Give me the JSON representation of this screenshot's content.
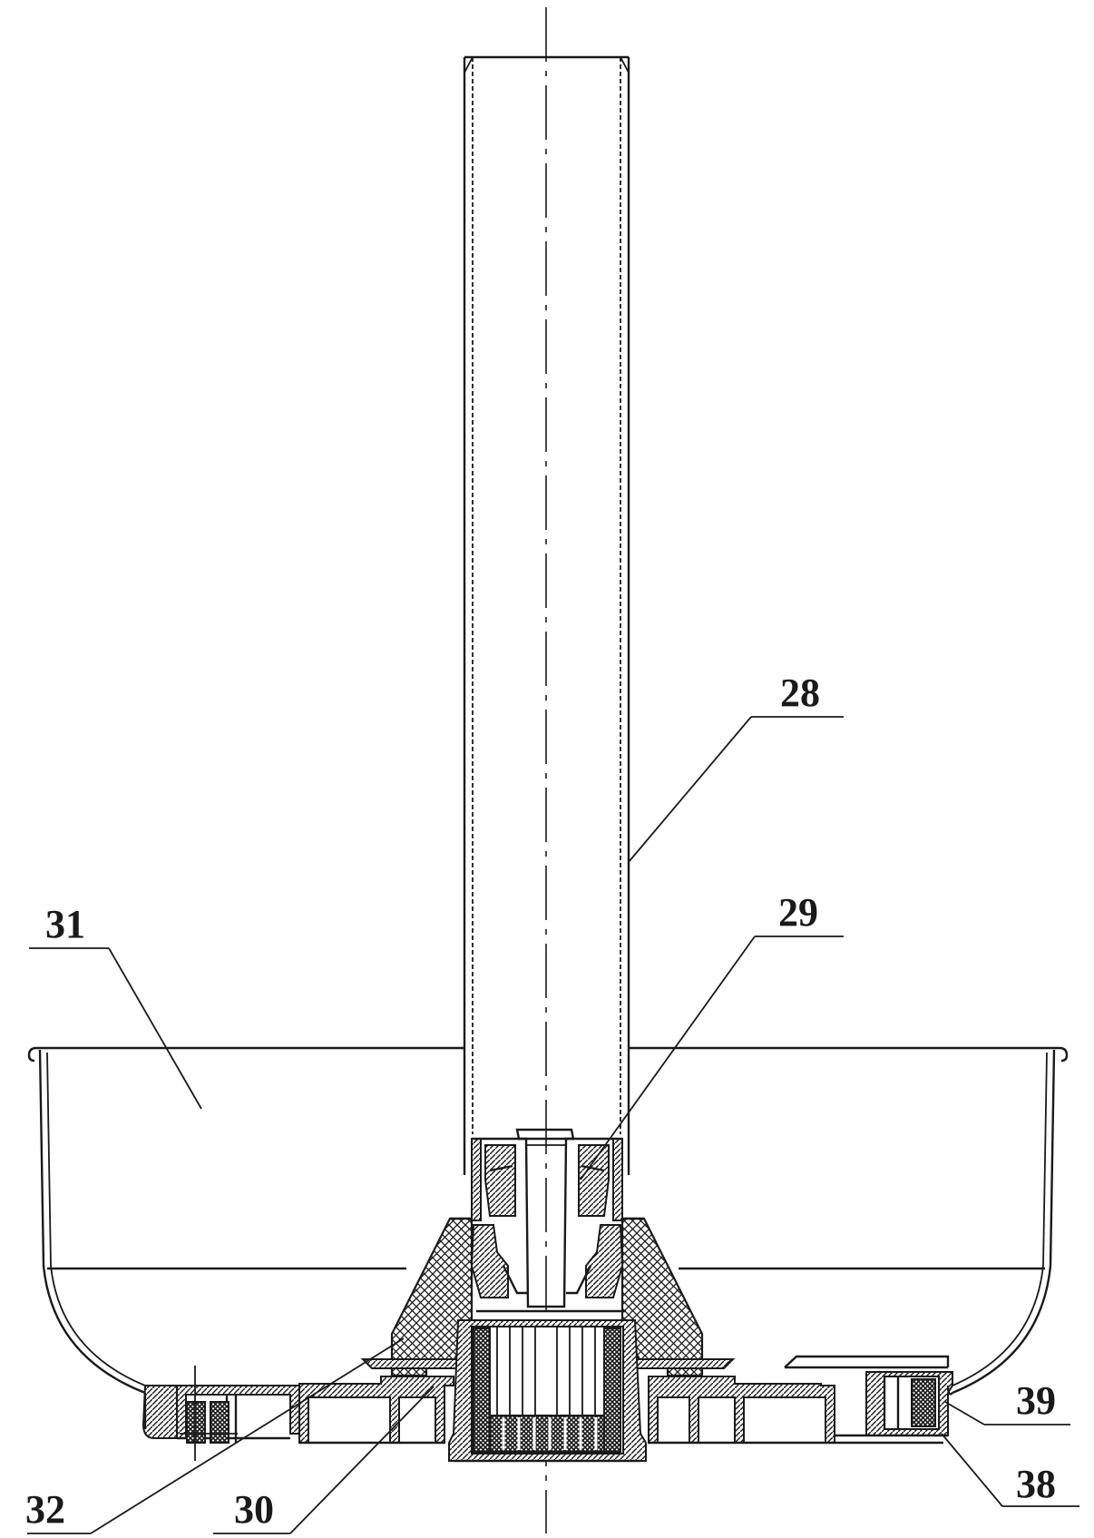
{
  "labels": [
    {
      "id": "label-28",
      "text": "28"
    },
    {
      "id": "label-29",
      "text": "29"
    },
    {
      "id": "label-30",
      "text": "30"
    },
    {
      "id": "label-31",
      "text": "31"
    },
    {
      "id": "label-32",
      "text": "32"
    },
    {
      "id": "label-38",
      "text": "38"
    },
    {
      "id": "label-39",
      "text": "39"
    }
  ]
}
